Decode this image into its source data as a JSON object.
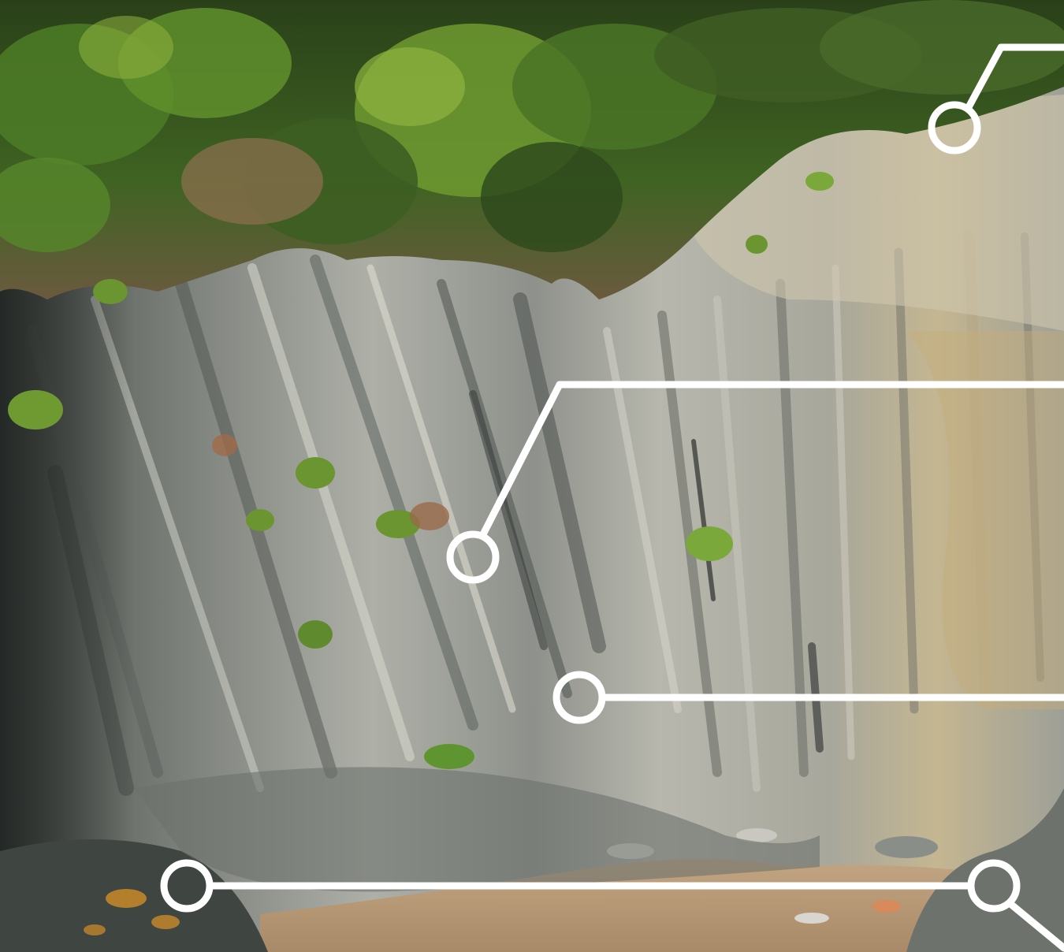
{
  "image": {
    "subject": "coastal-cliff-photo",
    "callout_count": 5
  },
  "palette": {
    "sky_shadow": "#2f3a22",
    "vegetation_dark": "#2e4a1a",
    "vegetation_mid": "#4f7a2a",
    "vegetation_light": "#7fa53a",
    "dry_grass": "#8a6a4a",
    "rock_light": "#c7c9c1",
    "rock_mid": "#9a9c95",
    "rock_dark": "#5a5e5a",
    "rock_shadow": "#3a3e3c",
    "ochre": "#c9a46a",
    "sand": "#b89a78",
    "lichen": "#c98a2a",
    "callout": "#ffffff"
  },
  "callouts": [
    {
      "name": "callout-top-right",
      "marker": "ring"
    },
    {
      "name": "callout-upper-middle",
      "marker": "ring"
    },
    {
      "name": "callout-middle",
      "marker": "ring"
    },
    {
      "name": "callout-bottom-left",
      "marker": "ring"
    },
    {
      "name": "callout-bottom-right",
      "marker": "ring"
    }
  ]
}
